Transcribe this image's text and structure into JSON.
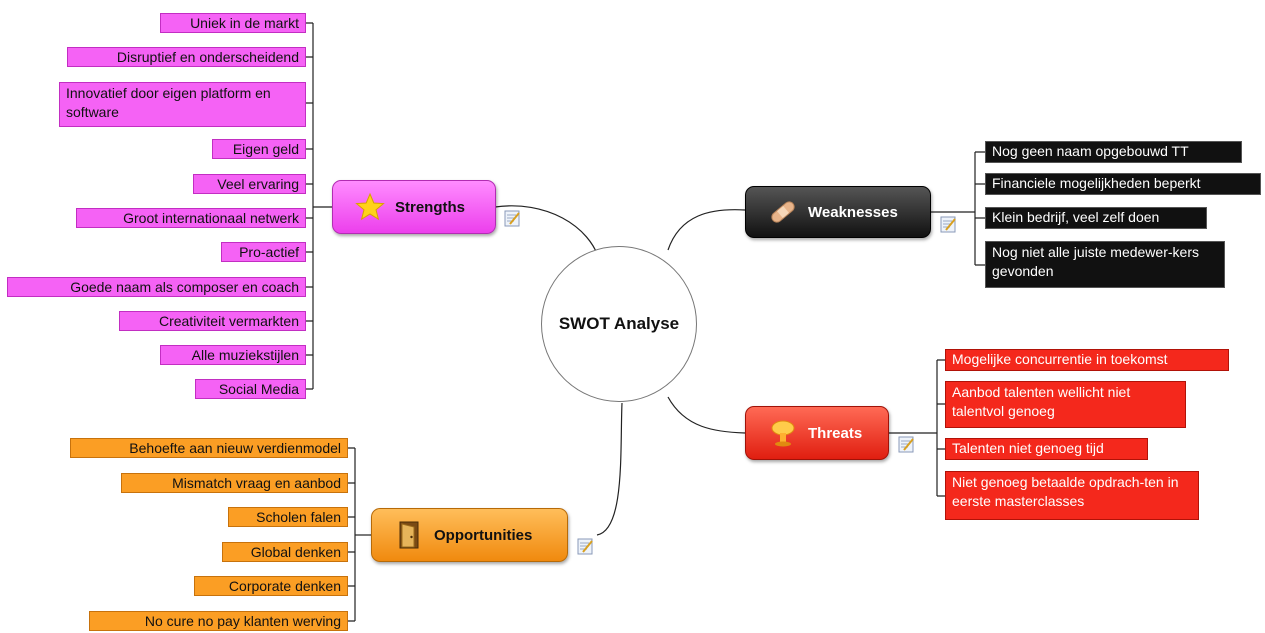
{
  "center_label": "SWOT Analyse",
  "branches": {
    "strengths": {
      "label": "Strengths",
      "icon": "star-icon",
      "color": "#f562f5",
      "items": [
        "Uniek in de markt",
        "Disruptief en onderscheidend",
        "Innovatief door eigen platform en software",
        "Eigen geld",
        "Veel ervaring",
        "Groot internationaal netwerk",
        "Pro-actief",
        "Goede naam als composer en coach",
        "Creativiteit vermarkten",
        "Alle muziekstijlen",
        "Social Media"
      ]
    },
    "weaknesses": {
      "label": "Weaknesses",
      "icon": "bandage-icon",
      "color": "#111111",
      "items": [
        "Nog geen naam opgebouwd TT",
        "Financiele mogelijkheden beperkt",
        "Klein bedrijf, veel zelf doen",
        "Nog niet alle juiste medewer-kers gevonden"
      ]
    },
    "threats": {
      "label": "Threats",
      "icon": "explosion-icon",
      "color": "#f4281c",
      "items": [
        "Mogelijke concurrentie in toekomst",
        "Aanbod talenten wellicht niet talentvol genoeg",
        "Talenten niet genoeg tijd",
        "Niet genoeg betaalde opdrach-ten in eerste masterclasses"
      ]
    },
    "opportunities": {
      "label": "Opportunities",
      "icon": "door-icon",
      "color": "#fb9e24",
      "items": [
        "Behoefte aan nieuw verdienmodel",
        "Mismatch vraag en aanbod",
        "Scholen falen",
        "Global denken",
        "Corporate denken",
        "No cure no pay klanten werving"
      ]
    }
  }
}
